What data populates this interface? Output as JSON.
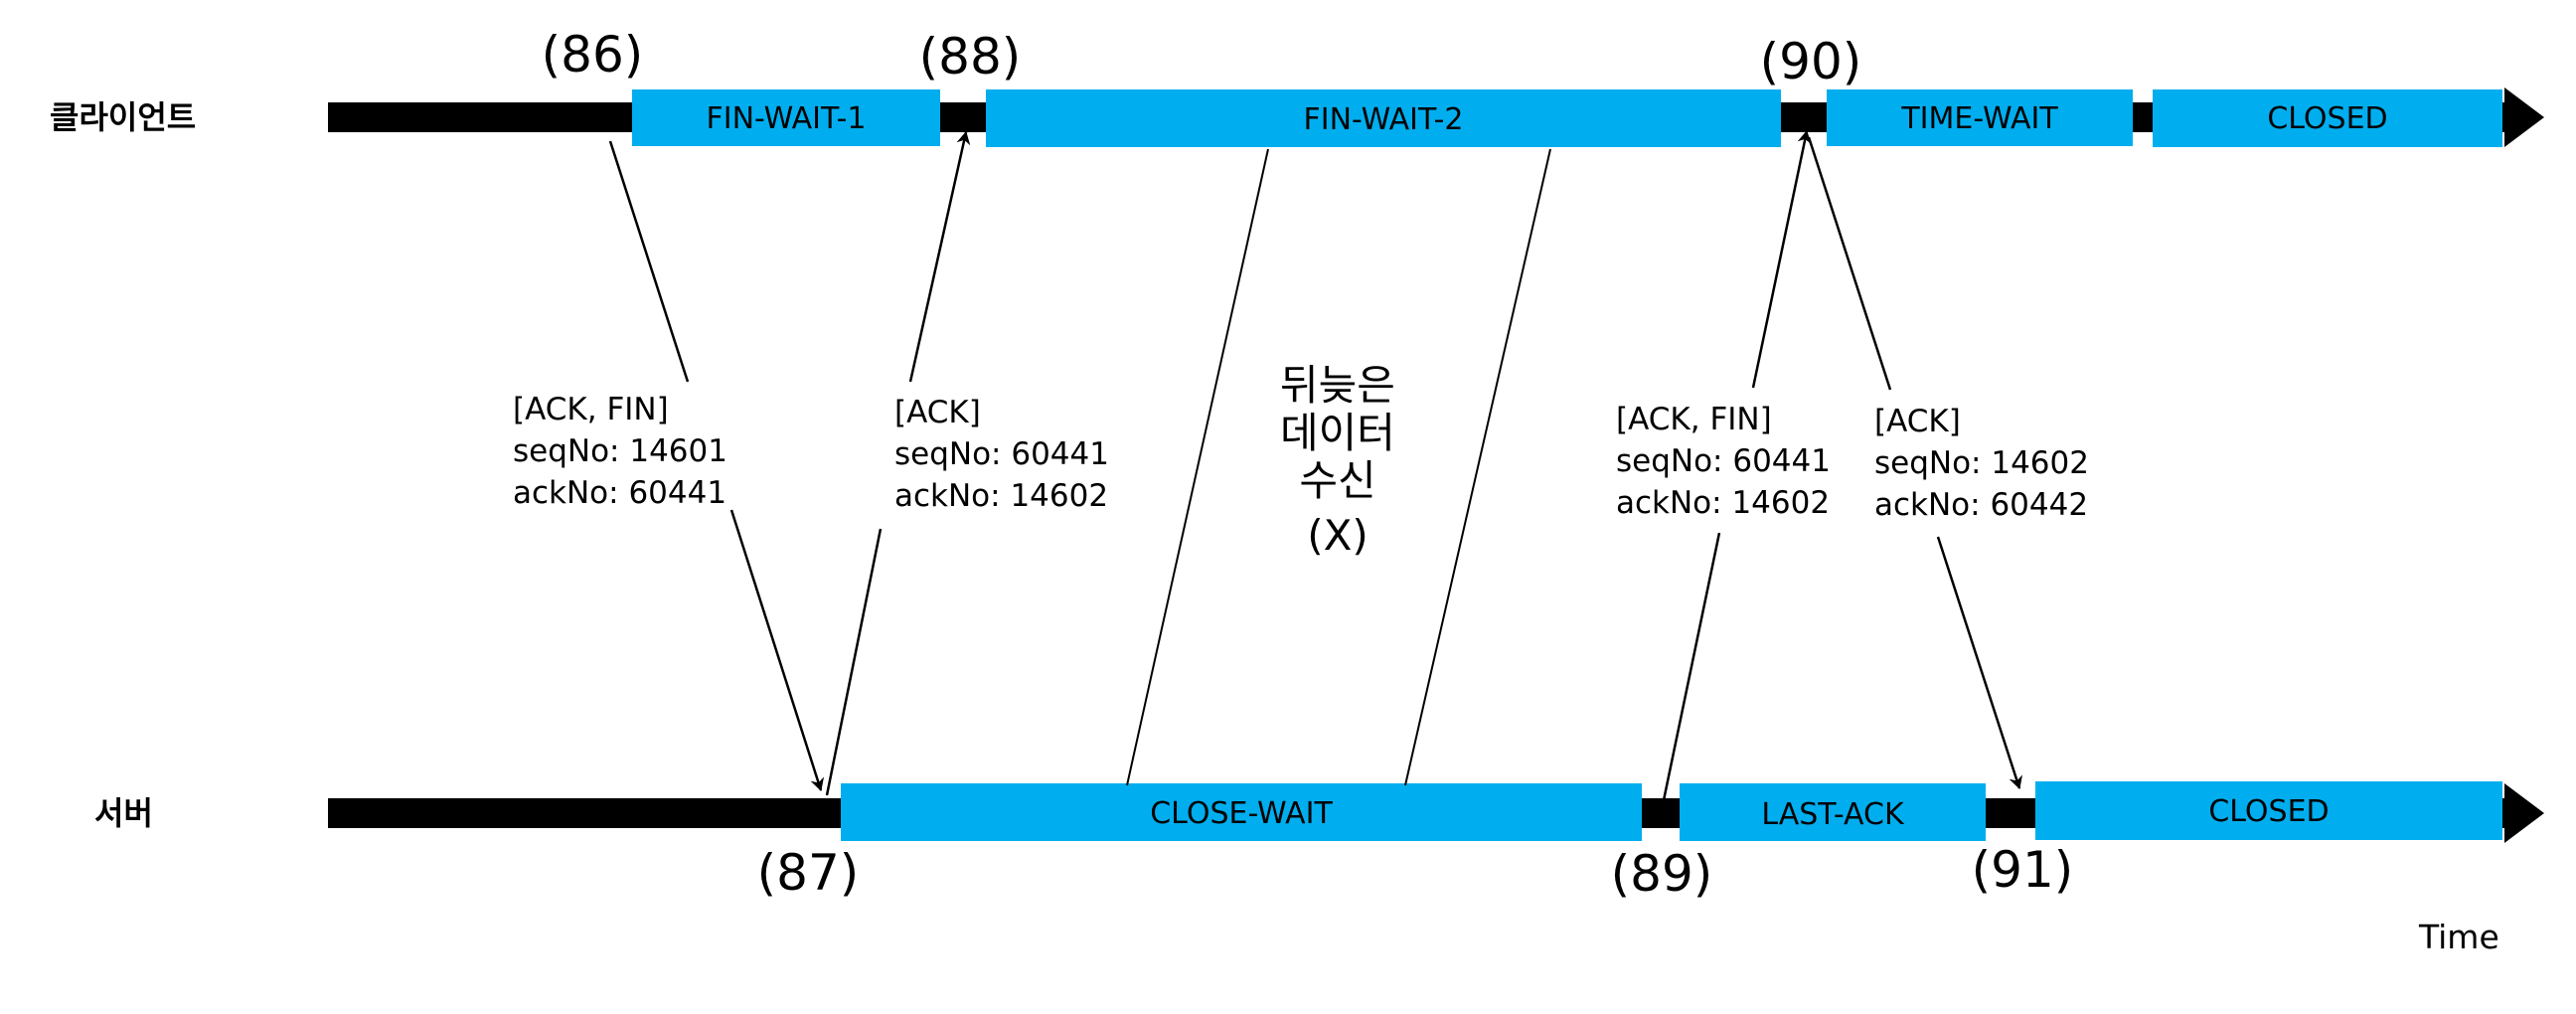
{
  "lanes": {
    "client": "클라이언트",
    "server": "서버"
  },
  "events": {
    "e86": "(86)",
    "e87": "(87)",
    "e88": "(88)",
    "e89": "(89)",
    "e90": "(90)",
    "e91": "(91)"
  },
  "client_states": {
    "fin_wait_1": "FIN-WAIT-1",
    "fin_wait_2": "FIN-WAIT-2",
    "time_wait": "TIME-WAIT",
    "closed": "CLOSED"
  },
  "server_states": {
    "close_wait": "CLOSE-WAIT",
    "last_ack": "LAST-ACK",
    "closed": "CLOSED"
  },
  "messages": {
    "m1": {
      "flags": "[ACK, FIN]",
      "seq": "seqNo: 14601",
      "ack": "ackNo: 60441"
    },
    "m2": {
      "flags": "[ACK]",
      "seq": "seqNo: 60441",
      "ack": "ackNo: 14602"
    },
    "m3": {
      "flags": "[ACK, FIN]",
      "seq": "seqNo: 60441",
      "ack": "ackNo: 14602"
    },
    "m4": {
      "flags": "[ACK]",
      "seq": "seqNo: 14602",
      "ack": "ackNo: 60442"
    }
  },
  "late_data": {
    "line1": "뒤늦은",
    "line2": "데이터",
    "line3": "수신",
    "line4": "(X)"
  },
  "axis": {
    "time_label": "Time"
  },
  "colors": {
    "timeline": "#000000",
    "state_fill": "#00AEEF"
  }
}
